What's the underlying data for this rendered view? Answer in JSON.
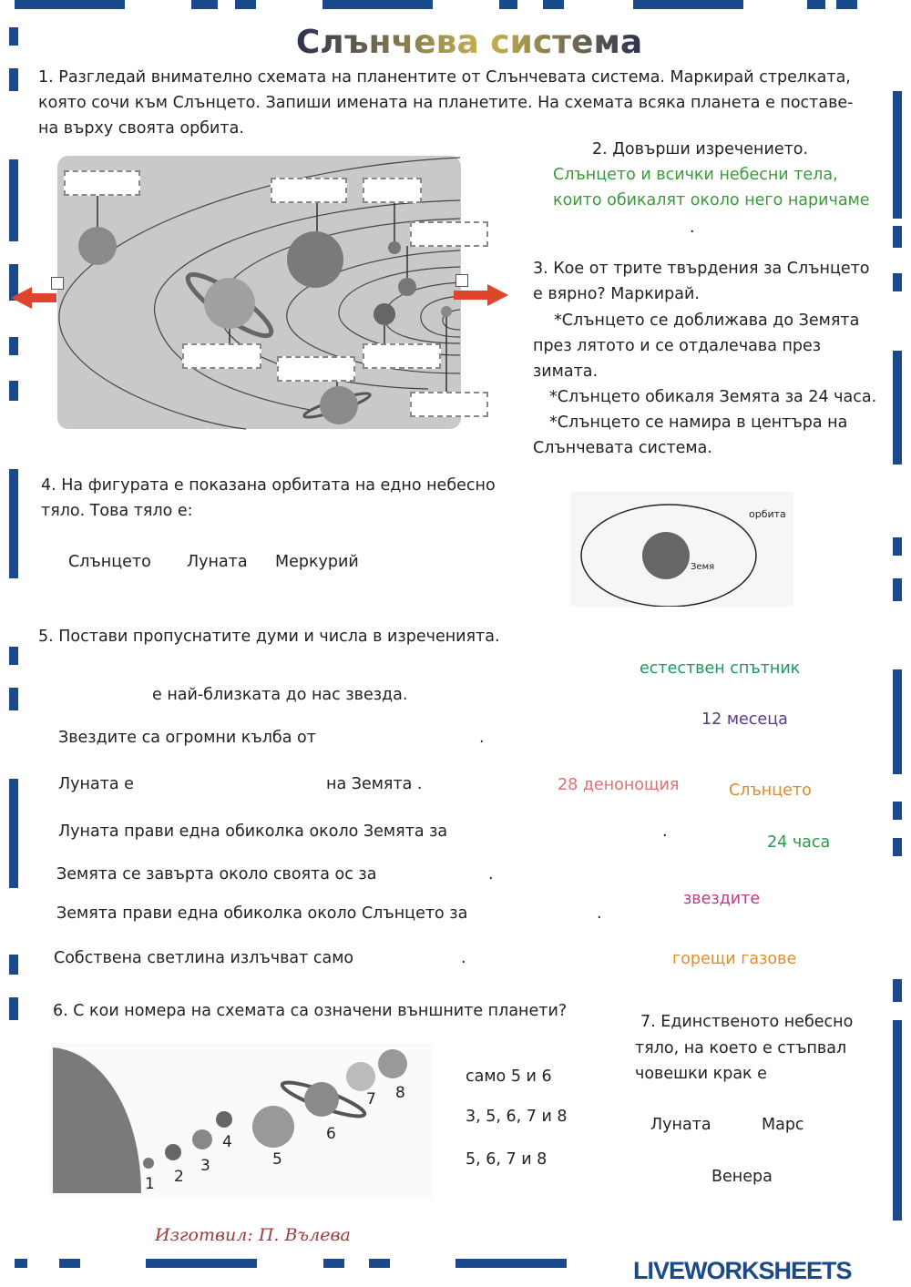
{
  "title": "Слънчева система",
  "q1": {
    "lines": [
      "1. Разгледай внимателно схемата на планентите от Слънчевата система. Маркирай стрелката,",
      "която сочи към Слънцето. Запиши имената на планетите. На схемата всяка планета е поставе-",
      "на върху своята орбита."
    ]
  },
  "q2": {
    "heading": "2. Довърши изречението.",
    "lines": [
      "Слънцето и всички небесни тела,",
      "които обикалят около него наричаме"
    ],
    "end": "."
  },
  "q3": {
    "lines": [
      "3. Кое от трите твърдения за Слънцето",
      "е вярно? Маркирай."
    ],
    "options": [
      [
        "*Слънцето се доближава до Земята",
        "през лятото и се отдалечава през",
        "зимата."
      ],
      [
        "*Слънцето обикаля Земята за 24 часа."
      ],
      [
        "*Слънцето се намира в центъра на",
        "Слънчевата система."
      ]
    ]
  },
  "q4": {
    "lines": [
      "4. На фигурата е показана орбитата на едно небесно",
      "тяло. Това тяло е:"
    ],
    "options": [
      "Слънцето",
      "Луната",
      "Меркурий"
    ],
    "figure": {
      "orbit_label": "орбита",
      "earth_label": "Земя"
    }
  },
  "q5": {
    "heading": "5. Постави пропуснатите думи и числа в изреченията.",
    "sentences": [
      {
        "before": "",
        "after": "е най-близката до нас звезда."
      },
      {
        "before": "Звездите са огромни кълба от",
        "after": "."
      },
      {
        "before": "Луната е",
        "after": "на Земята ."
      },
      {
        "before": "Луната прави една обиколка около Земята за",
        "after": "."
      },
      {
        "before": "Земята се завърта около своята ос за",
        "after": "."
      },
      {
        "before": "Земята прави една обиколка около Слънцето за",
        "after": "."
      },
      {
        "before": "Собствена светлина излъчват само",
        "after": "."
      }
    ],
    "word_bank": [
      {
        "text": "естествен спътник",
        "color": "#1a9a5a"
      },
      {
        "text": "12 месеца",
        "color": "#5a3a8a"
      },
      {
        "text": "28 денонощия",
        "color": "#e07070"
      },
      {
        "text": "Слънцето",
        "color": "#e08a30"
      },
      {
        "text": "24 часа",
        "color": "#2a9a4a"
      },
      {
        "text": "звездите",
        "color": "#c03a8a"
      },
      {
        "text": "горещи газове",
        "color": "#e0902a"
      }
    ]
  },
  "q6": {
    "heading": "6. С кои номера на схемата са означени външните планети?",
    "options": [
      "само 5 и 6",
      "3, 5, 6, 7 и 8",
      "5, 6, 7 и 8"
    ],
    "planet_numbers": [
      "1",
      "2",
      "3",
      "4",
      "5",
      "6",
      "7",
      "8"
    ]
  },
  "q7": {
    "lines": [
      "7. Единственото небесно",
      "тяло, на което е стъпвал",
      "човешки крак е"
    ],
    "options": [
      "Луната",
      "Марс",
      "Венера"
    ]
  },
  "author": "Изготвил: П. Вълева",
  "logo": "LIVEWORKSHEETS",
  "colors": {
    "border": "#1a4a8c",
    "green_text": "#3a9a3a",
    "star": "#e0902a",
    "author": "#a03a3a",
    "arrow": "#e0442a"
  }
}
